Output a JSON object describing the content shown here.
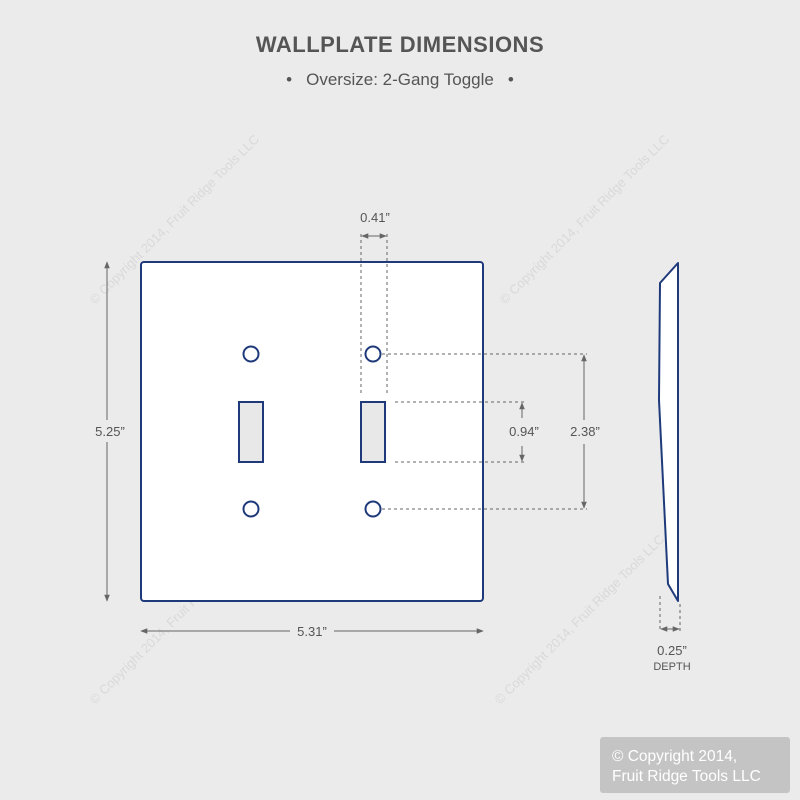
{
  "header": {
    "title": "WALLPLATE DIMENSIONS",
    "subtitle": "Oversize: 2-Gang Toggle",
    "bullet": "•"
  },
  "dimensions": {
    "hole_to_toggle_gap": "0.41”",
    "height": "5.25”",
    "toggle_height": "0.94”",
    "screw_spacing": "2.38”",
    "width": "5.31”",
    "depth": "0.25”",
    "depth_label": "DEPTH"
  },
  "watermark": {
    "text": "© Copyright 2014, Fruit Ridge Tools LLC"
  },
  "copyright_badge": {
    "line1": "© Copyright 2014,",
    "line2": "Fruit Ridge Tools LLC"
  },
  "colors": {
    "outline": "#1f3a7a",
    "dimension_line": "#666666",
    "text": "#555555",
    "background": "#ebebeb"
  }
}
